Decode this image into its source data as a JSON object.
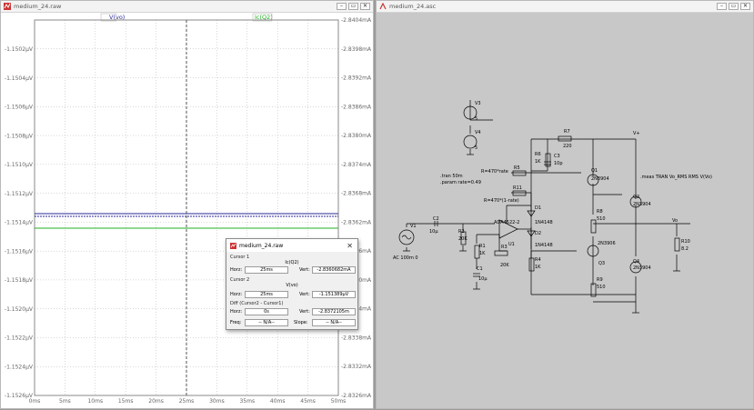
{
  "plot_window": {
    "title": "medium_24.raw",
    "trace_left_label": "V(vo)",
    "trace_right_label": "Ic(Q2)",
    "y_left_ticks": [
      "-1.1502µV",
      "-1.1504µV",
      "-1.1506µV",
      "-1.1508µV",
      "-1.1510µV",
      "-1.1512µV",
      "-1.1514µV",
      "-1.1516µV",
      "-1.1518µV",
      "-1.1520µV",
      "-1.1522µV",
      "-1.1524µV",
      "-1.1526µV"
    ],
    "y_right_ticks": [
      "-2.8404mA",
      "-2.8398mA",
      "-2.8392mA",
      "-2.8386mA",
      "-2.8380mA",
      "-2.8374mA",
      "-2.8368mA",
      "-2.8362mA",
      "-2.8356mA",
      "-2.8350mA",
      "-2.8344mA",
      "-2.8338mA",
      "-2.8332mA",
      "-2.8326mA"
    ],
    "x_ticks": [
      "0ms",
      "5ms",
      "10ms",
      "15ms",
      "20ms",
      "25ms",
      "30ms",
      "35ms",
      "40ms",
      "45ms",
      "50ms"
    ],
    "colors": {
      "v_vo": "#2a2a9e",
      "ic_q2": "#22b022",
      "grid": "#b0b0b0"
    }
  },
  "cursor_dialog": {
    "title": "medium_24.raw",
    "cursor1_label": "Cursor 1",
    "cursor1_trace": "Ic(Q2)",
    "cursor1_horz_label": "Horz:",
    "cursor1_horz": "25ms",
    "cursor1_vert_label": "Vert:",
    "cursor1_vert": "-2.8360682mA",
    "cursor2_label": "Cursor 2",
    "cursor2_trace": "V(vo)",
    "cursor2_horz_label": "Horz:",
    "cursor2_horz": "25ms",
    "cursor2_vert_label": "Vert:",
    "cursor2_vert": "-1.151389µV",
    "diff_label": "Diff (Cursor2 - Cursor1)",
    "diff_horz_label": "Horz:",
    "diff_horz": "0s",
    "diff_vert_label": "Vert:",
    "diff_vert": "-2.8372105m",
    "freq_label": "Freq:",
    "freq": "-- N/A--",
    "slope_label": "Slope:",
    "slope": "-- N/A--"
  },
  "schematic_window": {
    "title": "medium_24.asc",
    "v3": "V3",
    "v3_val": "5",
    "v4": "V4",
    "v4_val": "5",
    "r7": "R7",
    "r7_val": "220",
    "r6": "R6",
    "r6_val": "1K",
    "c3": "C3",
    "c3_val": "10p",
    "vplus": "V+",
    "r5": "R5",
    "r5_expr": "R=470*rate",
    "tran": ".tran 50m",
    "param": ".param rate=0.49",
    "r11": "R11",
    "r11_expr": "R=470*(1-rate)",
    "q1": "Q1",
    "q1_type": "2N3904",
    "meas": ".meas TRAN Vo_RMS RMS V(Vo)",
    "q2": "Q2",
    "q2_type": "2N3904",
    "d1": "D1",
    "d1_type": "1N4148",
    "r8": "R8",
    "r8_val": "510",
    "u1_type": "ADA4522-2",
    "u1": "U1",
    "d2": "D2",
    "d2_type": "1N4148",
    "v1": "V1",
    "v1_ac": "AC 100m 0",
    "c2": "C2",
    "c2_val": "10µ",
    "r2": "R2",
    "r2_val": "20K",
    "r1": "R1",
    "r1_val": "1K",
    "c1": "C1",
    "c1_val": "10µ",
    "r3": "R3",
    "r3_val": "20K",
    "r4": "R4",
    "r4_val": "1K",
    "q3": "Q3",
    "q3_type": "2N3906",
    "q4": "Q4",
    "q4_type": "2N3904",
    "r9": "R9",
    "r9_val": "510",
    "vo": "Vo",
    "r10": "R10",
    "r10_val": "8.2"
  }
}
